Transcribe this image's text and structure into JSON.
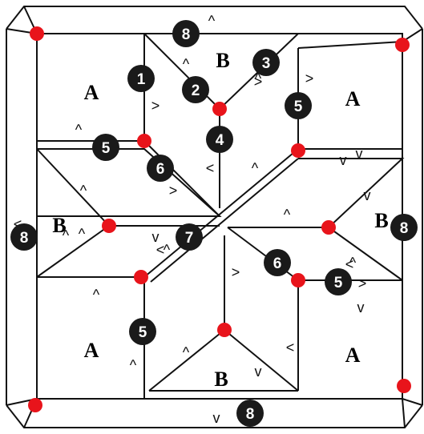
{
  "colors": {
    "line": "#111111",
    "dot": "#e8141b",
    "badge": "#1a1a1a",
    "badge_text": "#ffffff",
    "background": "#ffffff"
  },
  "patch_labels": {
    "top_left": "A",
    "top_center": "B",
    "top_right": "A",
    "middle_left": "B",
    "middle_right": "B",
    "bottom_left": "A",
    "bottom_center": "B",
    "bottom_right": "A"
  },
  "step_badges": {
    "one": "1",
    "two": "2",
    "three": "3",
    "four": "4",
    "five_top_left": "5",
    "five_top_right": "5",
    "five_bottom_left": "5",
    "five_bottom_right": "5",
    "six_top": "6",
    "six_bottom": "6",
    "seven": "7",
    "eight_top": "8",
    "eight_left": "8",
    "eight_right": "8",
    "eight_bottom": "8"
  },
  "arrow_marks": {
    "m1": "^",
    "m2": "^",
    "m3": ">",
    "m4": ">",
    "m5": "^",
    "m6": ">",
    "m7": "^",
    "m8": "<",
    "m9": "^",
    "m10": ">",
    "m11": "<",
    "m12": "v",
    "m13": "^",
    "m14": "^",
    "m15": "v",
    "m16": "^",
    "m17": "^",
    "m18": "^",
    "m19": ">",
    "m20": "^",
    "m21": "v",
    "m22": "^",
    "m23": ">",
    "m24": "v",
    "m25": "^",
    "m26": "v",
    "m27": "^",
    "m28": "v",
    "m29": "<",
    "m30": ">",
    "m31": "<",
    "m32": "^",
    "m33": "<",
    "m34": "v"
  }
}
